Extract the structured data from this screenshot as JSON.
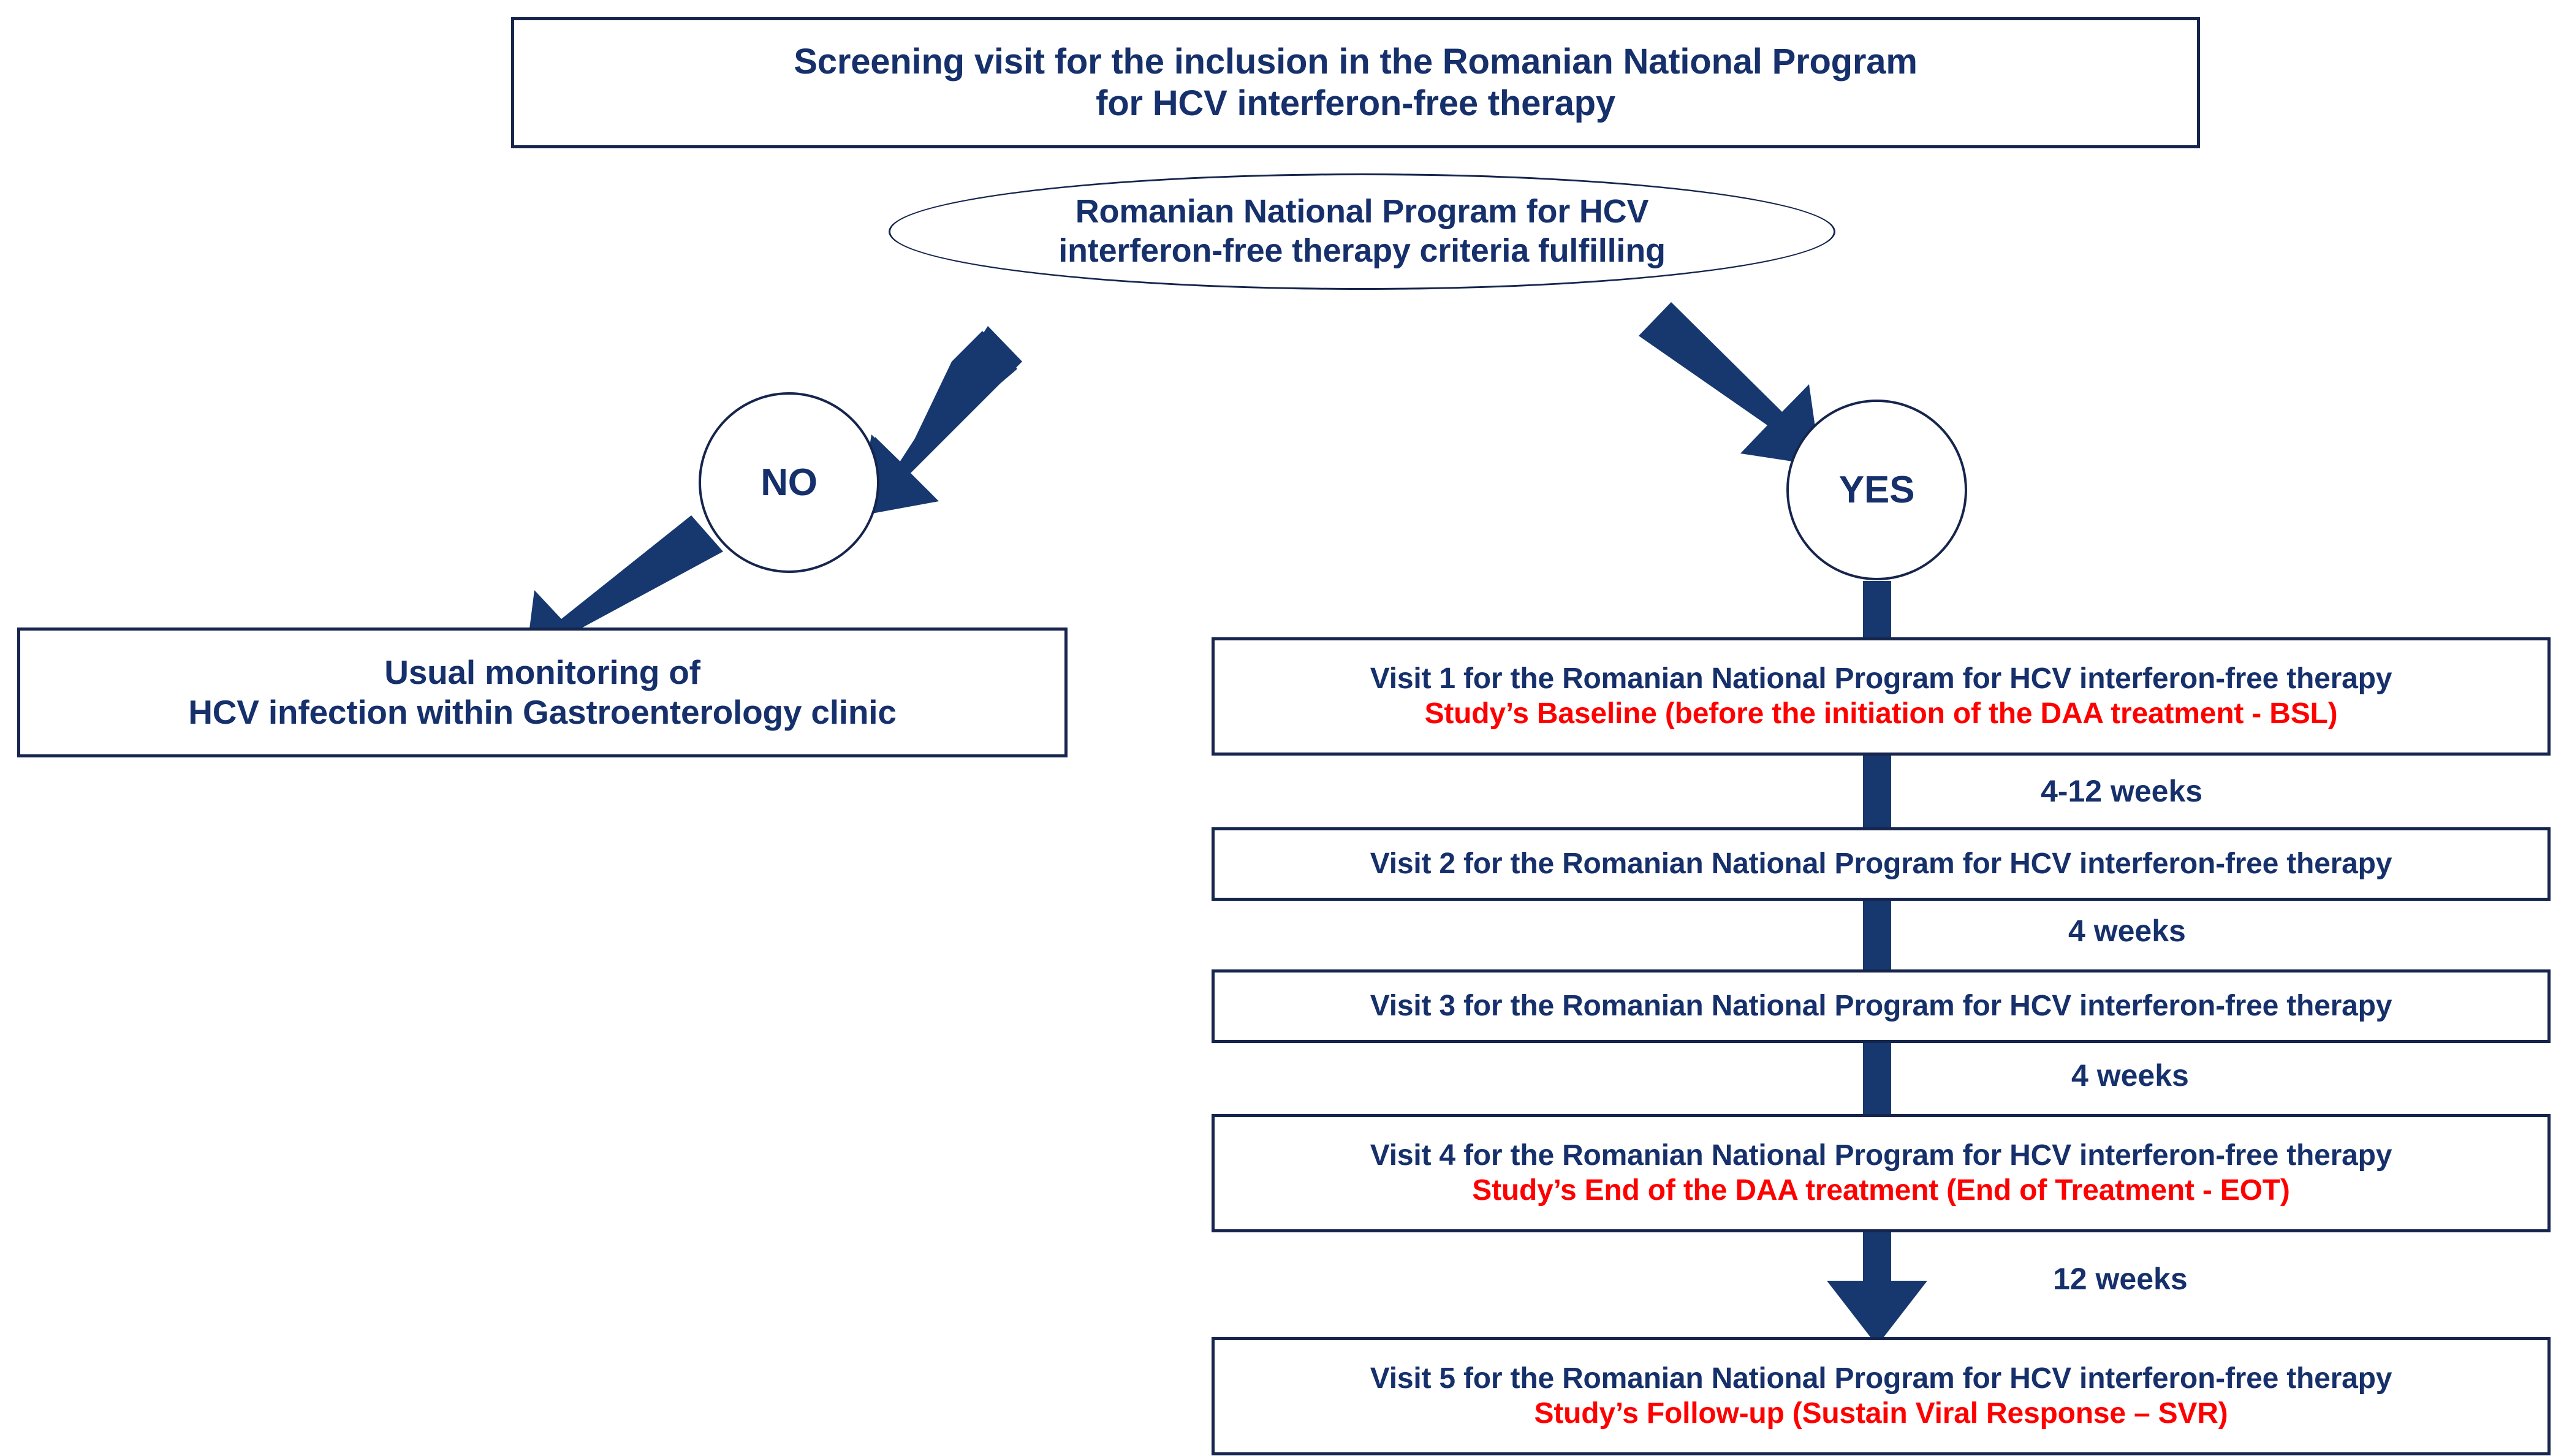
{
  "colors": {
    "navy_text": "#16306b",
    "navy_border": "#16254d",
    "arrow_fill": "#16386f",
    "red_text": "#ff0000",
    "background": "#ffffff"
  },
  "screening_box": {
    "line1": "Screening visit for the inclusion in the Romanian National Program",
    "line2": "for HCV interferon-free therapy"
  },
  "decision_ellipse": {
    "line1": "Romanian National Program for HCV",
    "line2": "interferon-free therapy criteria fulfilling"
  },
  "branches": {
    "no_label": "NO",
    "yes_label": "YES"
  },
  "no_outcome_box": {
    "line1": "Usual monitoring of",
    "line2": "HCV infection within Gastroenterology clinic"
  },
  "visits": [
    {
      "title": "Visit 1 for the Romanian National Program for HCV interferon-free therapy",
      "subtitle": "Study’s Baseline (before the initiation of the DAA treatment - BSL)"
    },
    {
      "title": "Visit 2 for the Romanian National Program for HCV interferon-free therapy",
      "subtitle": ""
    },
    {
      "title": "Visit 3 for the Romanian National Program for HCV interferon-free therapy",
      "subtitle": ""
    },
    {
      "title": "Visit 4 for the Romanian National Program for HCV interferon-free therapy",
      "subtitle": "Study’s End of the DAA treatment (End of Treatment - EOT)"
    },
    {
      "title": "Visit 5 for the Romanian National Program for HCV interferon-free therapy",
      "subtitle": "Study’s Follow-up (Sustain Viral Response – SVR)"
    }
  ],
  "intervals": [
    {
      "label": "4-12 weeks"
    },
    {
      "label": "4 weeks"
    },
    {
      "label": "4 weeks"
    },
    {
      "label": "12 weeks"
    }
  ]
}
